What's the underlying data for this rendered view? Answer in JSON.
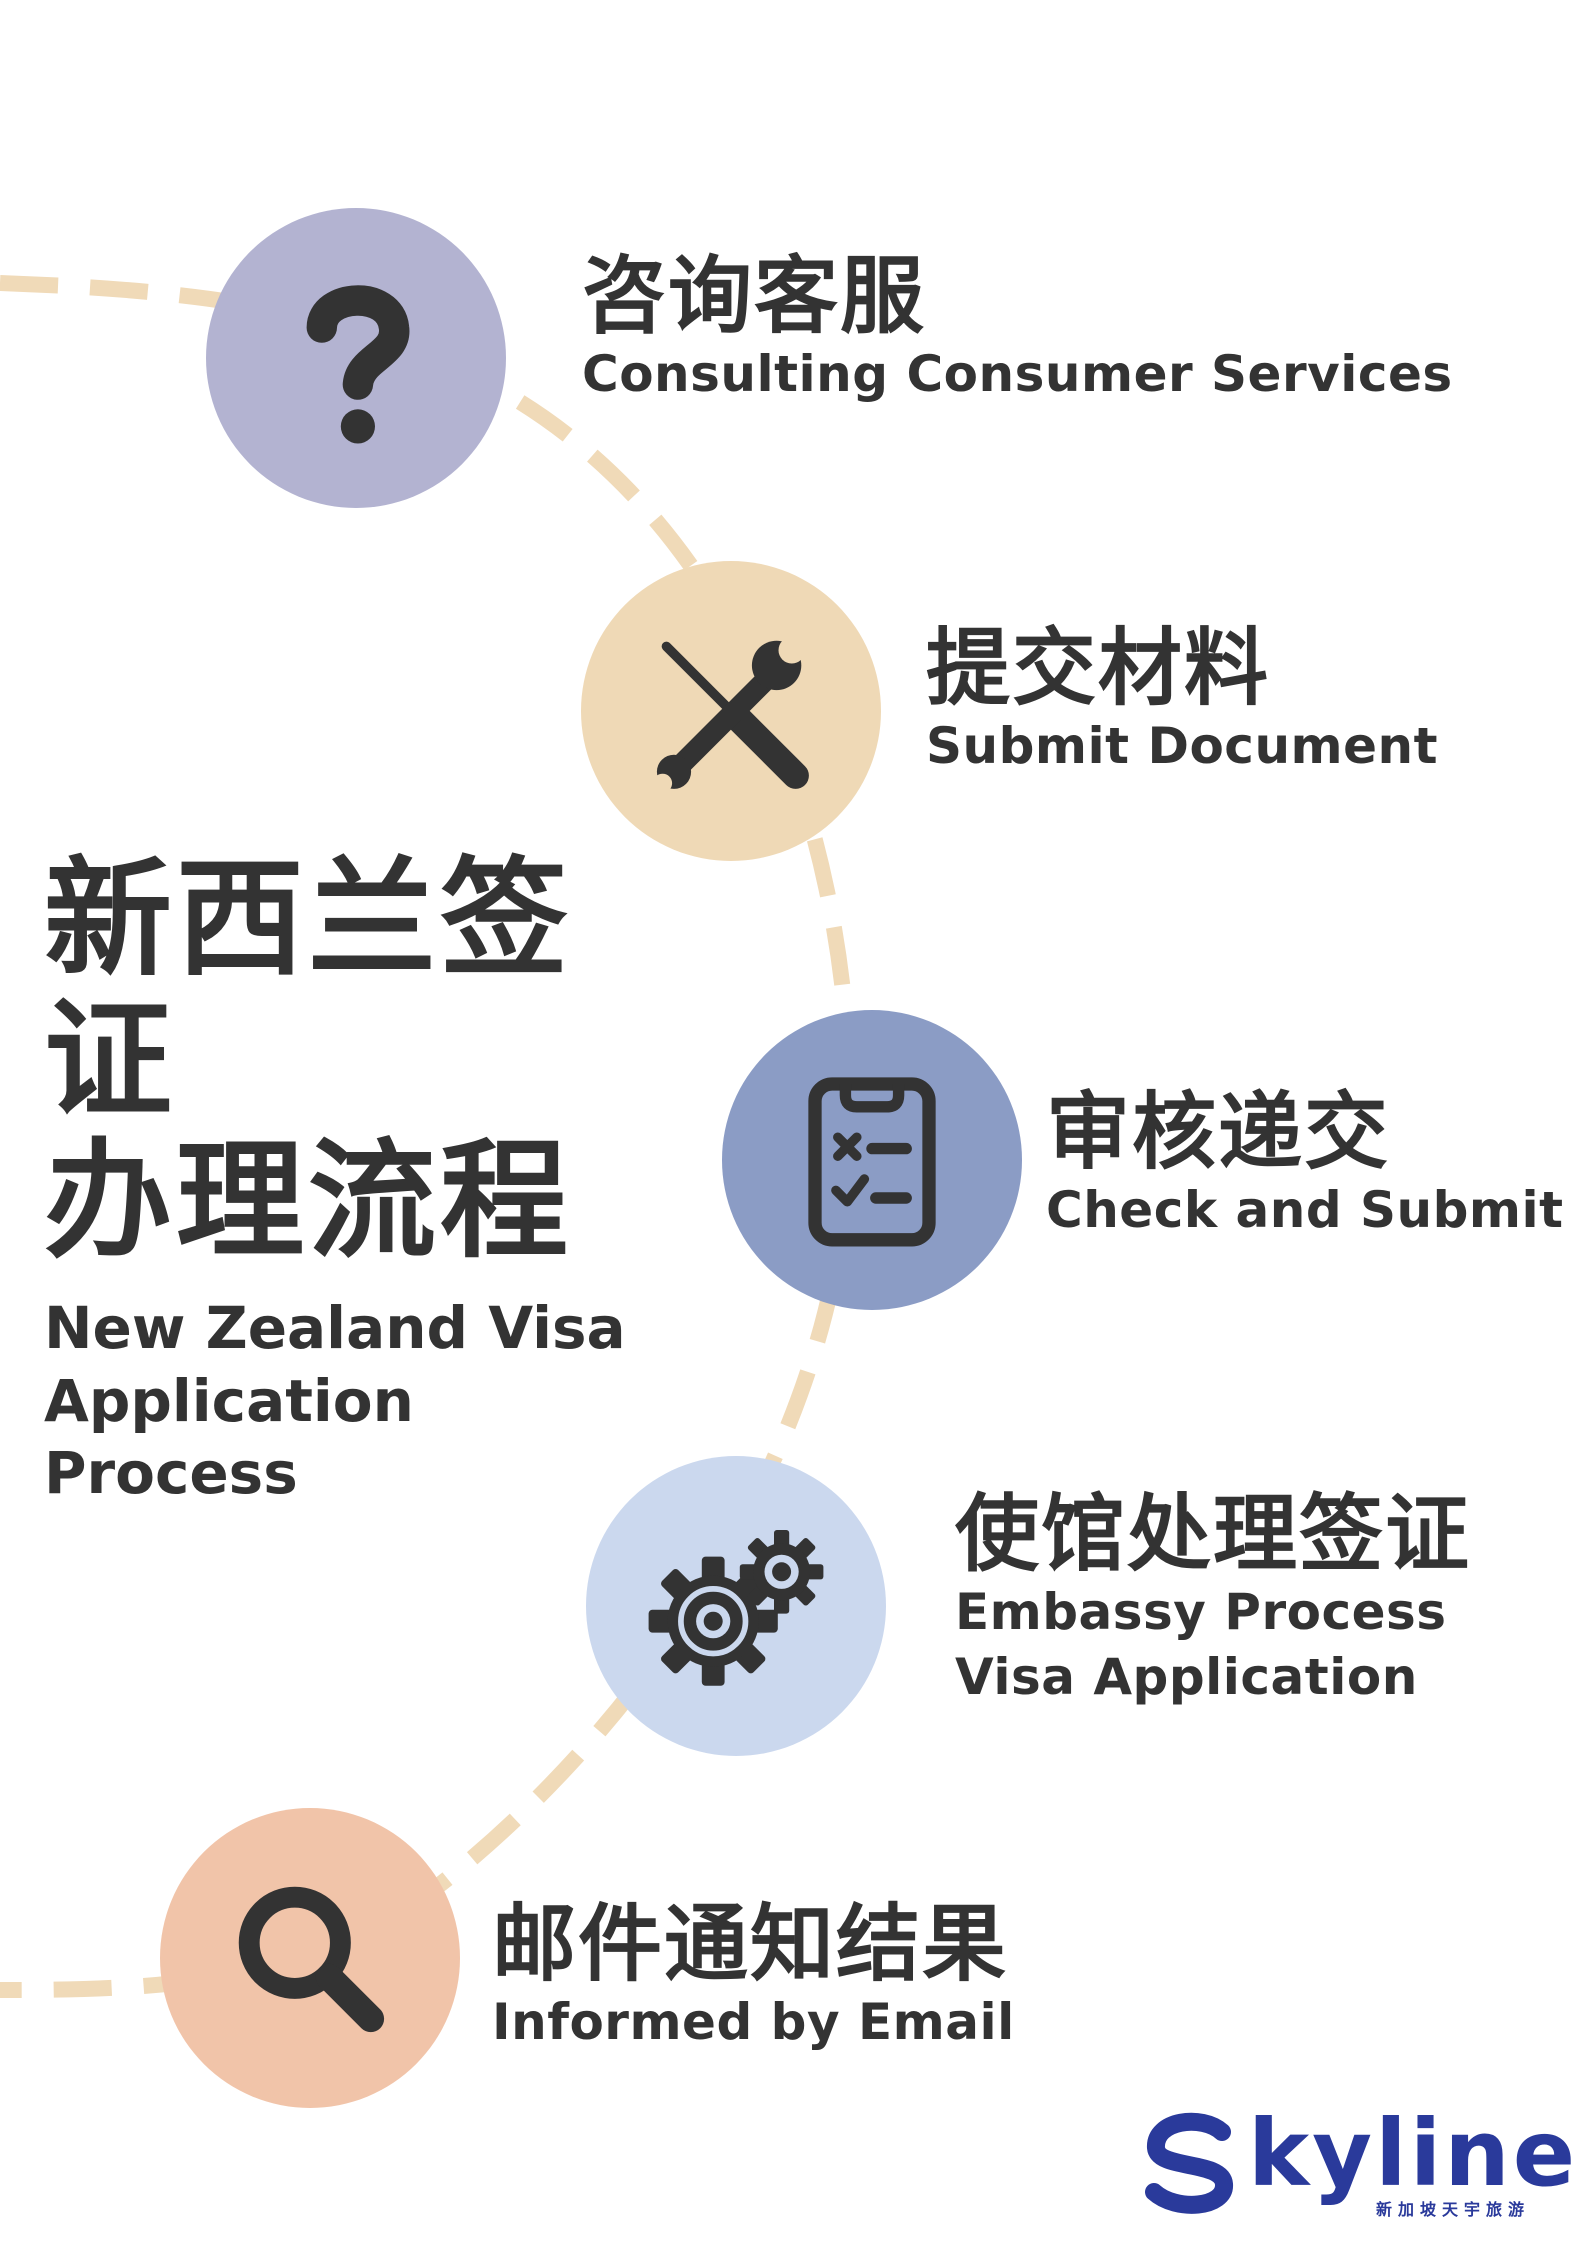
{
  "title": {
    "zh": "新西兰签证\n办理流程",
    "en": "New Zealand Visa\nApplication Process"
  },
  "steps": [
    {
      "zh": "咨询客服",
      "en": "Consulting Consumer Services",
      "icon": "question-mark-icon",
      "color": "#b3b3d1"
    },
    {
      "zh": "提交材料",
      "en": "Submit Document",
      "icon": "tools-icon",
      "color": "#efd9b6"
    },
    {
      "zh": "审核递交",
      "en": "Check and Submit",
      "icon": "checklist-icon",
      "color": "#8b9cc5"
    },
    {
      "zh": "使馆处理签证",
      "en": "Embassy Process\nVisa Application",
      "icon": "gears-icon",
      "color": "#cbd8ee"
    },
    {
      "zh": "邮件通知结果",
      "en": "Informed by Email",
      "icon": "magnifier-icon",
      "color": "#f1c4a9"
    }
  ],
  "logo": {
    "word": "kyline",
    "sub": "新加坡天宇旅游",
    "color": "#2a3a9b"
  },
  "colors": {
    "text": "#333333",
    "dash": "#f0dab8",
    "icon": "#333333"
  }
}
